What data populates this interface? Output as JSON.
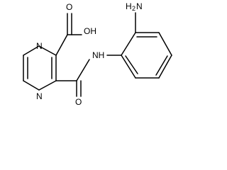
{
  "molecule": {
    "labels": {
      "hydroxyl": "OH",
      "carboxyl_oxygen": "O",
      "ring_nitrogen_top": "N",
      "ring_nitrogen_bottom": "N",
      "amide_nitrogen": "NH",
      "amide_oxygen": "O",
      "amine_main": "H",
      "amine_sub": "2",
      "amine_tail": "N"
    }
  }
}
